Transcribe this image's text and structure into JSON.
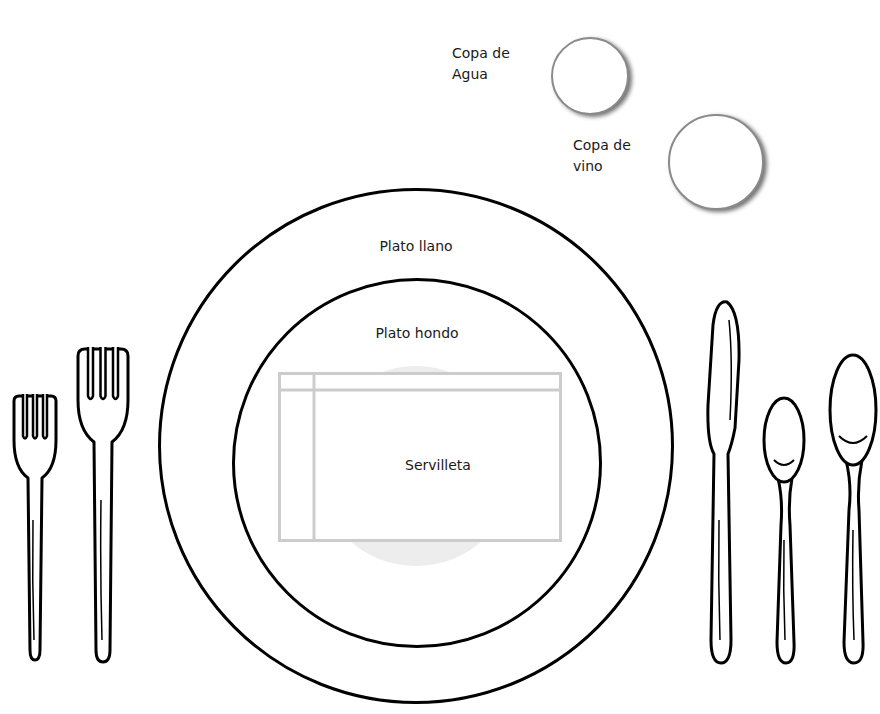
{
  "diagram": {
    "nodes": [
      {
        "text": [
          "Copa de Agua"
        ]
      },
      {
        "text": [
          "Copa de vino"
        ]
      },
      {
        "text": [
          "Plato llano"
        ]
      },
      {
        "text": [
          "Plato hondo"
        ],
        "in": 2
      },
      {
        "text": [
          "Servilleta"
        ],
        "in": 3
      }
    ]
  }
}
